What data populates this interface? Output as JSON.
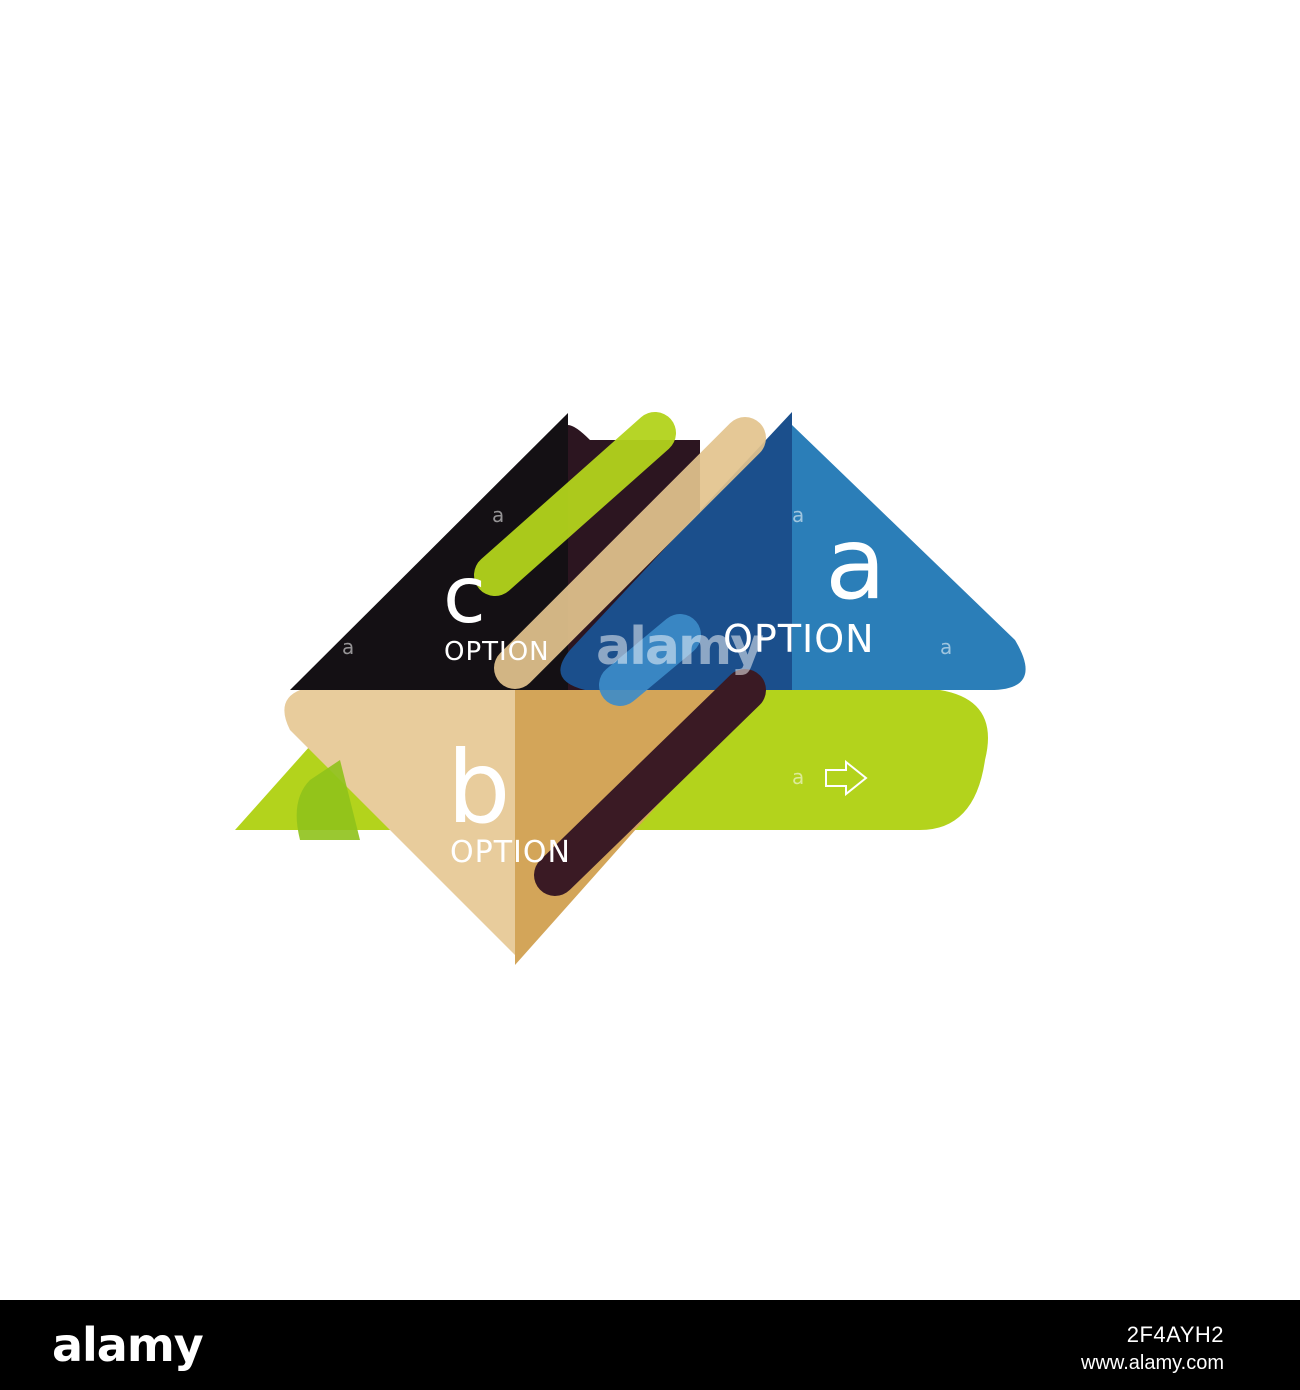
{
  "graphic": {
    "options": [
      {
        "letter": "a",
        "label": "OPTION"
      },
      {
        "letter": "b",
        "label": "OPTION"
      },
      {
        "letter": "c",
        "label": "OPTION"
      }
    ],
    "arrow_icon": "arrow-right-outline-icon",
    "colors": {
      "blue": "#2b7eb8",
      "dark_blue": "#1b4f8c",
      "green": "#b3d31c",
      "tan": "#e8cc9c",
      "dark_tan": "#d3a559",
      "black": "#141014",
      "dark_maroon": "#3a1a24"
    }
  },
  "watermark": {
    "brand": "alamy",
    "small_mark": "a"
  },
  "footer": {
    "logo": "alamy",
    "image_id": "2F4AYH2",
    "site": "www.alamy.com"
  }
}
